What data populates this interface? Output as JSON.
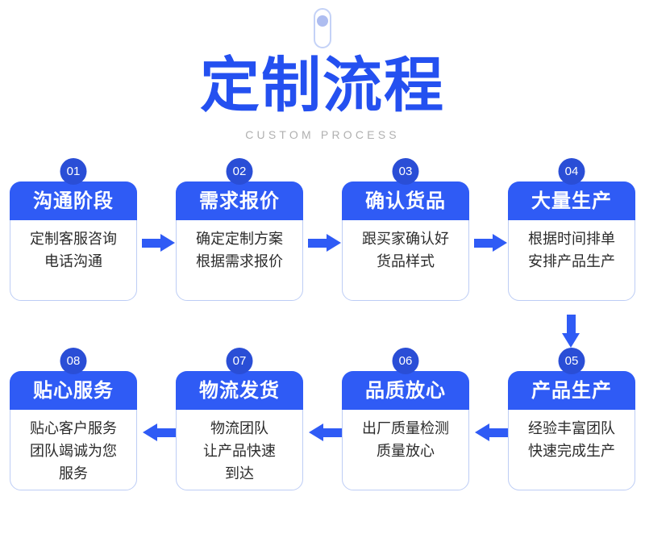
{
  "header": {
    "title": "定制流程",
    "subtitle": "CUSTOM PROCESS",
    "title_color": "#2450f0",
    "subtitle_color": "#b0b0b0"
  },
  "colors": {
    "header_blue": "#2f5bf5",
    "badge_blue": "#2a4ed6",
    "card_border": "#bdcdf5",
    "pill_outline": "#c4d2f7",
    "pill_dot": "#aebdf0",
    "body_text": "#2b2b2b"
  },
  "flow": {
    "top_row": [
      {
        "number": "01",
        "title": "沟通阶段",
        "lines": [
          "定制客服咨询",
          "电话沟通"
        ]
      },
      {
        "number": "02",
        "title": "需求报价",
        "lines": [
          "确定定制方案",
          "根据需求报价"
        ]
      },
      {
        "number": "03",
        "title": "确认货品",
        "lines": [
          "跟买家确认好",
          "货品样式"
        ]
      },
      {
        "number": "04",
        "title": "大量生产",
        "lines": [
          "根据时间排单",
          "安排产品生产"
        ]
      }
    ],
    "bottom_row": [
      {
        "number": "08",
        "title": "贴心服务",
        "lines": [
          "贴心客户服务",
          "团队竭诚为您",
          "服务"
        ]
      },
      {
        "number": "07",
        "title": "物流发货",
        "lines": [
          "物流团队",
          "让产品快速",
          "到达"
        ]
      },
      {
        "number": "06",
        "title": "品质放心",
        "lines": [
          "出厂质量检测",
          "质量放心"
        ]
      },
      {
        "number": "05",
        "title": "产品生产",
        "lines": [
          "经验丰富团队",
          "快速完成生产"
        ]
      }
    ],
    "arrows": {
      "top_direction": "right",
      "bottom_direction": "left",
      "connector_direction": "down"
    }
  }
}
